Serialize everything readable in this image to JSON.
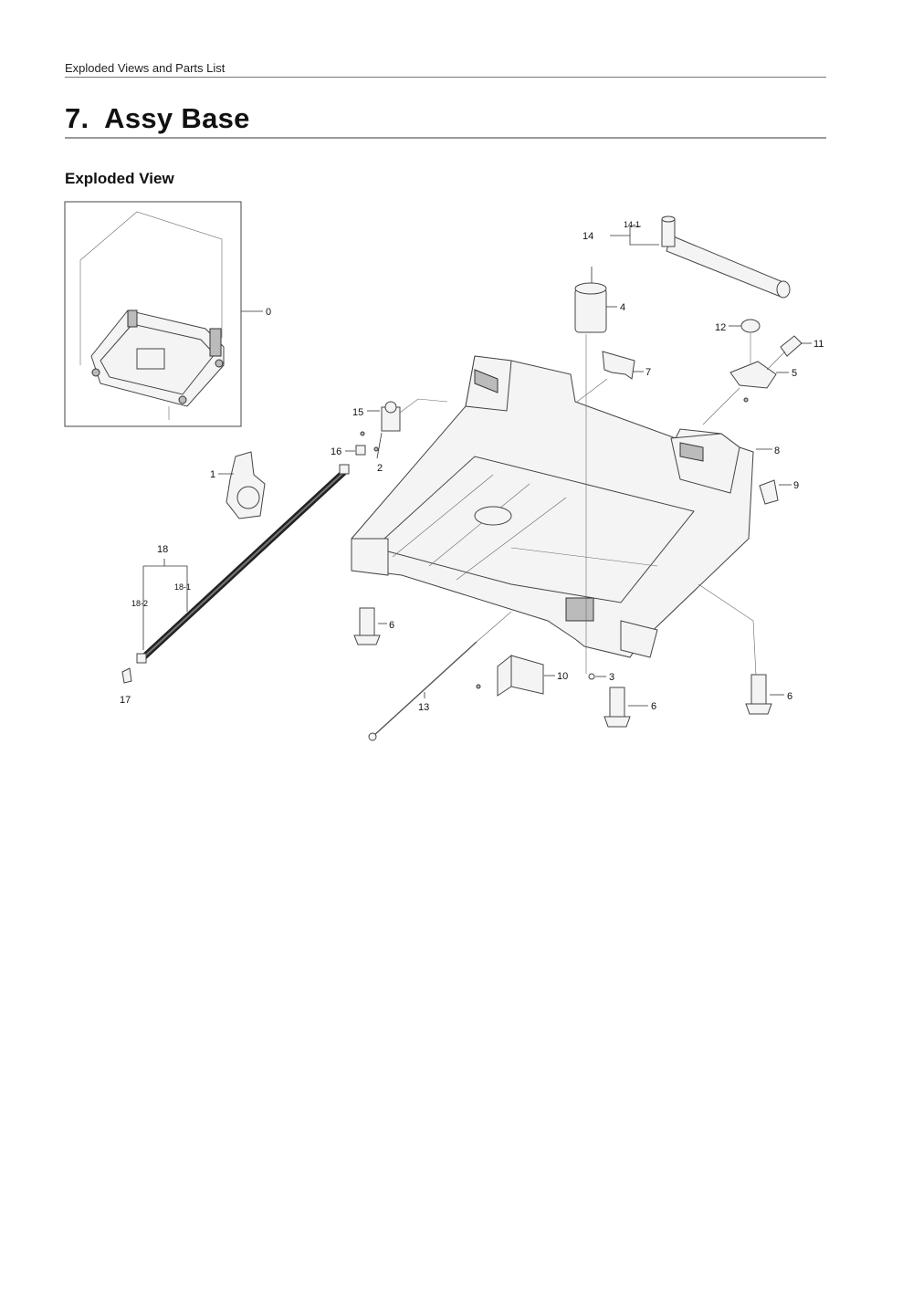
{
  "header": {
    "running_head": "Exploded Views and Parts List"
  },
  "title": {
    "number": "7.",
    "text": "Assy Base"
  },
  "section": {
    "title": "Exploded View"
  },
  "callouts": {
    "c0": "0",
    "c1": "1",
    "c2": "2",
    "c3": "3",
    "c4": "4",
    "c5": "5",
    "c6a": "6",
    "c6b": "6",
    "c6c": "6",
    "c7": "7",
    "c8": "8",
    "c9": "9",
    "c10": "10",
    "c11": "11",
    "c12": "12",
    "c13": "13",
    "c14": "14",
    "c14_1": "14-1",
    "c15": "15",
    "c16": "16",
    "c17": "17",
    "c18": "18",
    "c18_1": "18-1",
    "c18_2": "18-2"
  }
}
